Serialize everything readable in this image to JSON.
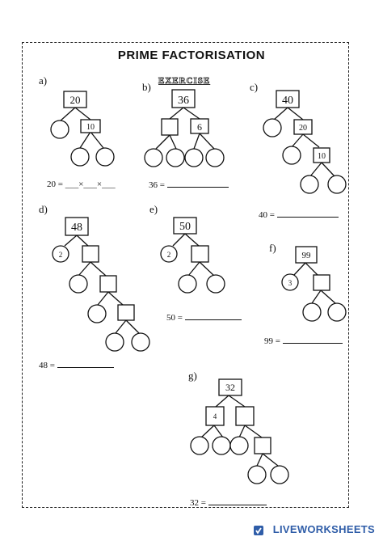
{
  "worksheet": {
    "title": "PRIME FACTORISATION",
    "subtitle": "EXERCISE"
  },
  "problems": {
    "a": {
      "label": "a)",
      "top": "20",
      "mid": "10",
      "equation": "20 = ___×___×___"
    },
    "b": {
      "label": "b)",
      "top": "36",
      "right": "6",
      "equation": "36 = "
    },
    "c": {
      "label": "c)",
      "top": "40",
      "mid": "20",
      "low": "10",
      "equation": "40 = "
    },
    "d": {
      "label": "d)",
      "top": "48",
      "first": "2",
      "equation": "48 = "
    },
    "e": {
      "label": "e)",
      "top": "50",
      "first": "2",
      "equation": "50 = "
    },
    "f": {
      "label": "f)",
      "top": "99",
      "first": "3",
      "equation": "99 = "
    },
    "g": {
      "label": "g)",
      "top": "32",
      "first": "4",
      "equation": "32 = "
    }
  },
  "footer": {
    "brand": "LIVEWORKSHEETS",
    "brand_color": "#2f5da8"
  }
}
